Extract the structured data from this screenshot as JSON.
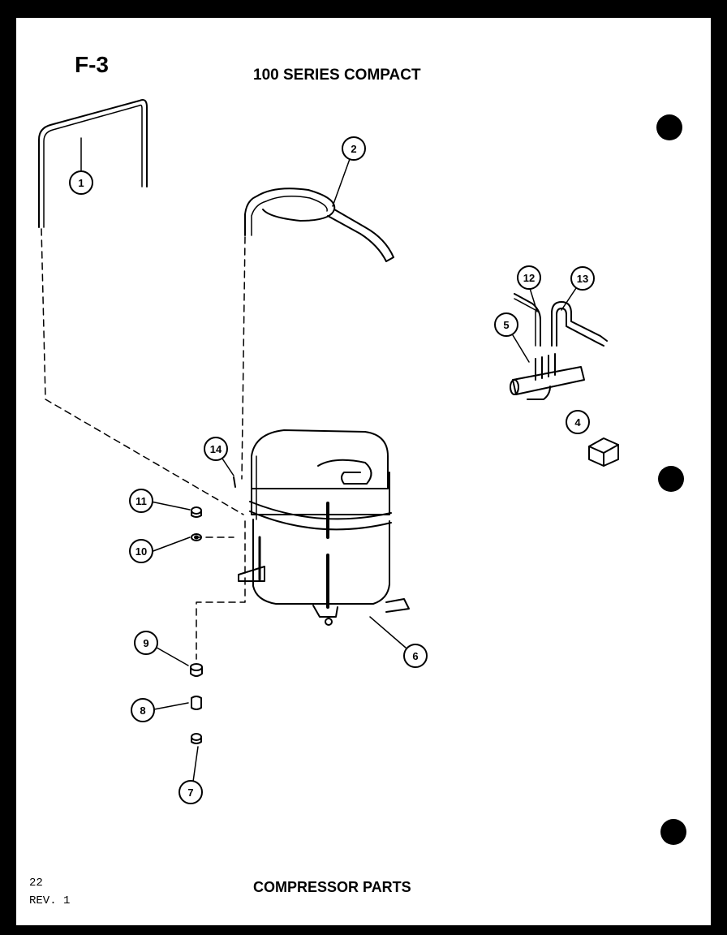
{
  "header": {
    "figure_id": "F-3",
    "series_title": "100 SERIES COMPACT"
  },
  "footer": {
    "caption": "COMPRESSOR PARTS",
    "page_number": "22",
    "revision": "REV. 1"
  },
  "callouts": [
    "1",
    "2",
    "4",
    "5",
    "6",
    "7",
    "8",
    "9",
    "10",
    "11",
    "12",
    "13",
    "14"
  ]
}
